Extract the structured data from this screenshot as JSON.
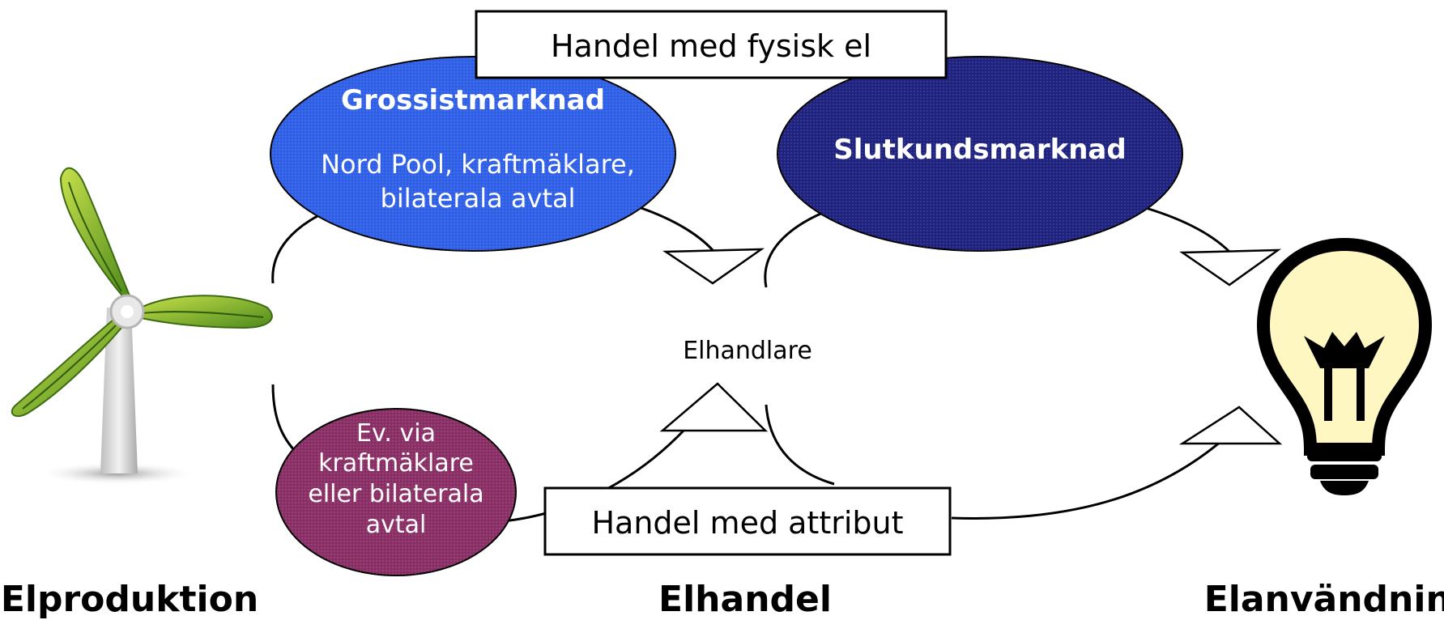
{
  "top_box": {
    "label": "Handel med fysisk el"
  },
  "bottom_box": {
    "label": "Handel med attribut"
  },
  "wholesale": {
    "title": "Grossistmarknad",
    "line1": "Nord Pool, kraftmäklare,",
    "line2": "bilaterala avtal",
    "color": "#2f5fe6"
  },
  "retail": {
    "title": "Slutkundsmarknad",
    "color": "#1f237f"
  },
  "broker": {
    "line1": "Ev. via",
    "line2": "kraftmäklare",
    "line3": "eller bilaterala",
    "line4": "avtal",
    "color": "#8a2f66"
  },
  "center": {
    "label": "Elhandlare"
  },
  "stages": {
    "production": "Elproduktion",
    "trading": "Elhandel",
    "usage": "Elanvändning"
  },
  "icons": {
    "producer": "wind-turbine-icon",
    "consumer": "light-bulb-icon"
  }
}
